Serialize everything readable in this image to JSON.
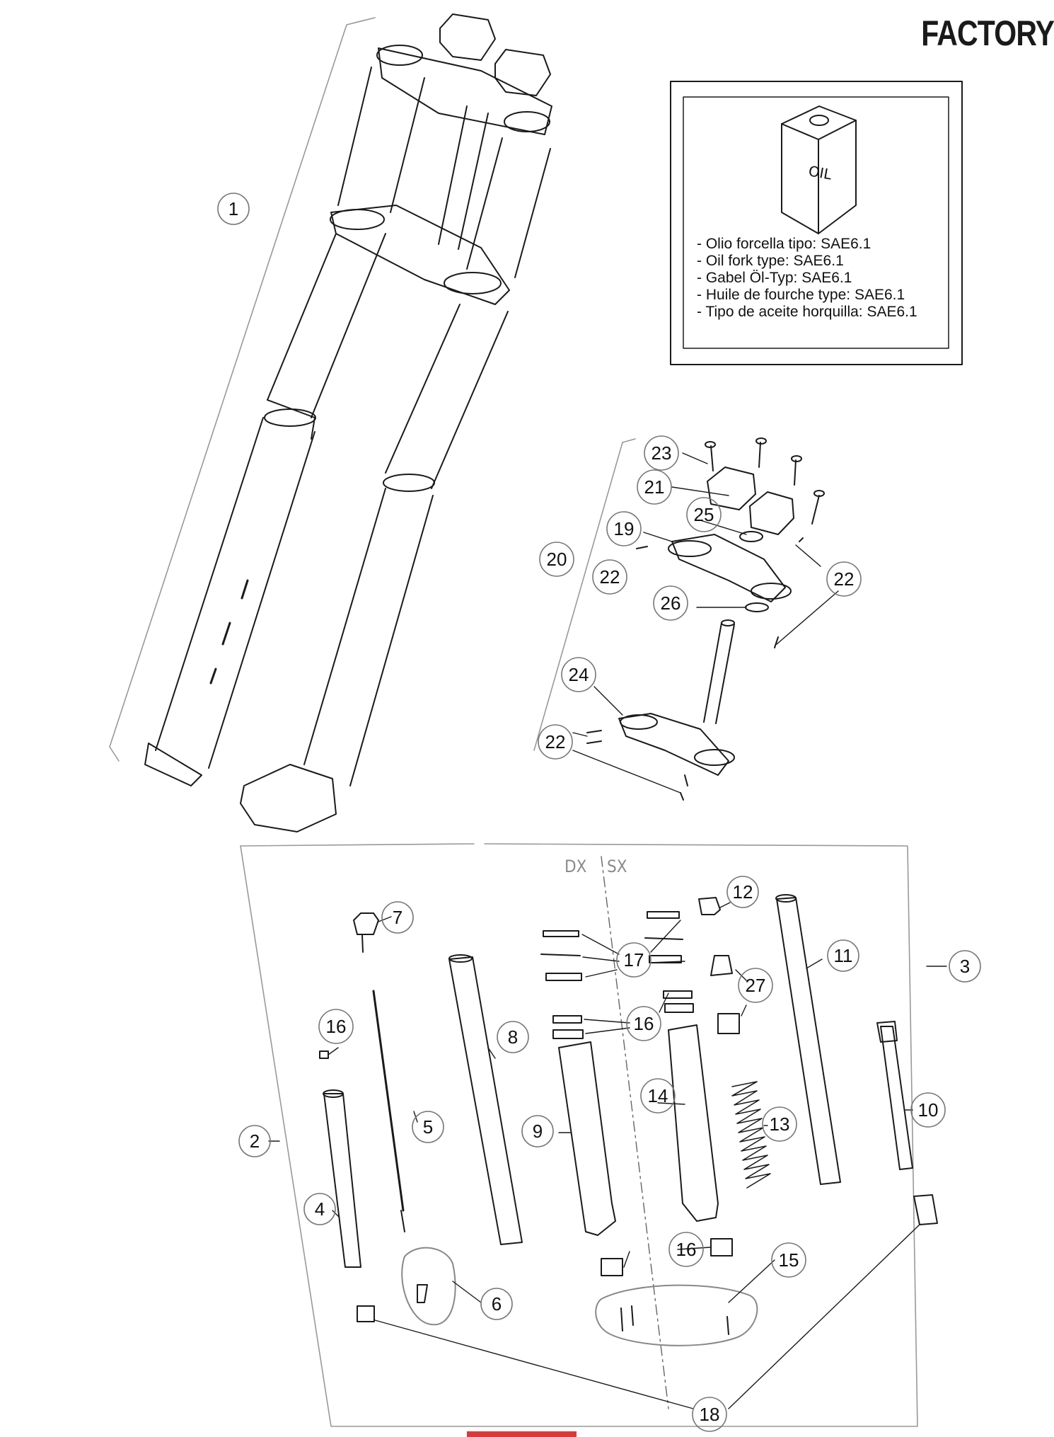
{
  "brand": "FACTORY",
  "oil_box": {
    "icon": "oil-can-icon",
    "icon_label": "OIL",
    "notes": [
      "- Olio forcella tipo: SAE6.1",
      "- Oil fork type: SAE6.1",
      "- Gabel Öl-Typ: SAE6.1",
      "- Huile de fourche type: SAE6.1",
      "- Tipo de aceite horquilla: SAE6.1"
    ]
  },
  "side_labels": {
    "dx": "DX",
    "sx": "SX"
  },
  "callouts": {
    "c1": "1",
    "c2": "2",
    "c3": "3",
    "c4": "4",
    "c5": "5",
    "c6": "6",
    "c7": "7",
    "c8": "8",
    "c9": "9",
    "c10": "10",
    "c11": "11",
    "c12": "12",
    "c13": "13",
    "c14": "14",
    "c15": "15",
    "c16a": "16",
    "c16b": "16",
    "c16c": "16",
    "c17": "17",
    "c18": "18",
    "c19": "19",
    "c20": "20",
    "c21": "21",
    "c22a": "22",
    "c22b": "22",
    "c22c": "22",
    "c23": "23",
    "c24": "24",
    "c25": "25",
    "c26": "26",
    "c27": "27"
  },
  "colors": {
    "line": "#1a1a1a",
    "accent_tab": "#d83a3a"
  }
}
